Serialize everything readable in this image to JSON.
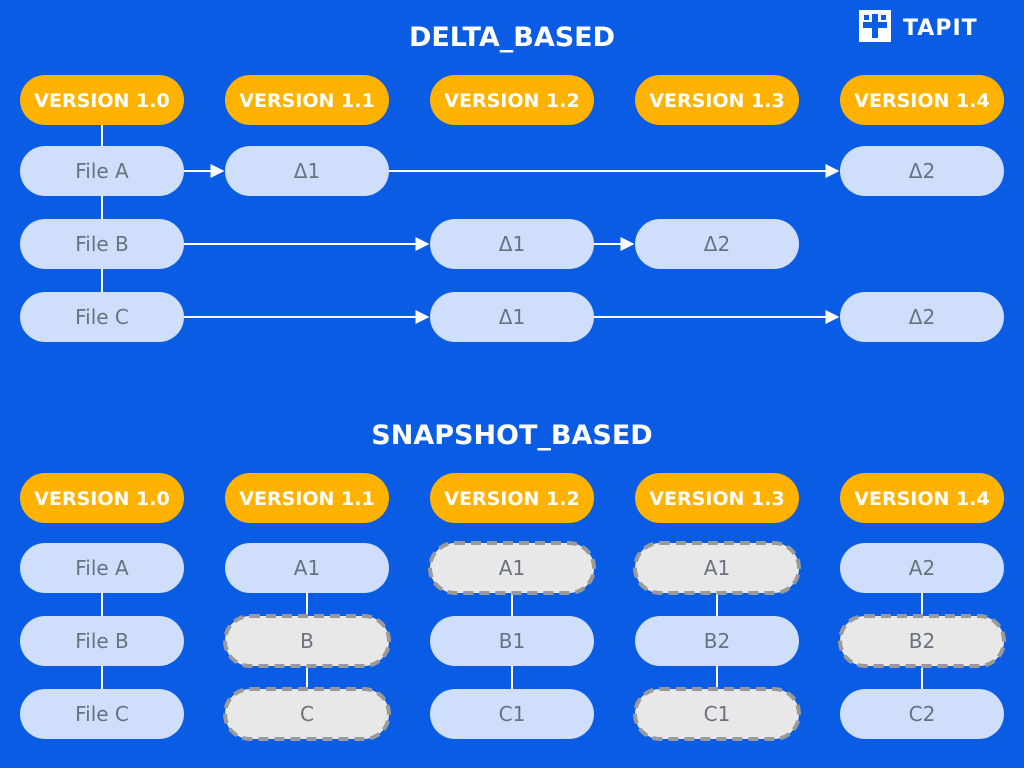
{
  "colors": {
    "background": "#0a5ce4",
    "version_pill": "#ffb300",
    "node_fill": "#cfdefa",
    "node_text": "#6a7280",
    "unchanged_fill": "#e8e8e8",
    "unchanged_border": "#9a9a9a",
    "line": "#ffffff",
    "title_text": "#ffffff"
  },
  "brand": {
    "name": "TAPIT",
    "icon": "tapit-logo-icon"
  },
  "versions": [
    "VERSION 1.0",
    "VERSION 1.1",
    "VERSION 1.2",
    "VERSION 1.3",
    "VERSION 1.4"
  ],
  "delta": {
    "title": "DELTA_BASED",
    "files": [
      "File A",
      "File B",
      "File C"
    ],
    "deltas": [
      {
        "row": 0,
        "col": 1,
        "label": "Δ1"
      },
      {
        "row": 0,
        "col": 4,
        "label": "Δ2"
      },
      {
        "row": 1,
        "col": 2,
        "label": "Δ1"
      },
      {
        "row": 1,
        "col": 3,
        "label": "Δ2"
      },
      {
        "row": 2,
        "col": 2,
        "label": "Δ1"
      },
      {
        "row": 2,
        "col": 4,
        "label": "Δ2"
      }
    ]
  },
  "snapshot": {
    "title": "SNAPSHOT_BASED",
    "columns": [
      [
        {
          "label": "File A",
          "unchanged": false
        },
        {
          "label": "File B",
          "unchanged": false
        },
        {
          "label": "File C",
          "unchanged": false
        }
      ],
      [
        {
          "label": "A1",
          "unchanged": false
        },
        {
          "label": "B",
          "unchanged": true
        },
        {
          "label": "C",
          "unchanged": true
        }
      ],
      [
        {
          "label": "A1",
          "unchanged": true
        },
        {
          "label": "B1",
          "unchanged": false
        },
        {
          "label": "C1",
          "unchanged": false
        }
      ],
      [
        {
          "label": "A1",
          "unchanged": true
        },
        {
          "label": "B2",
          "unchanged": false
        },
        {
          "label": "C1",
          "unchanged": true
        }
      ],
      [
        {
          "label": "A2",
          "unchanged": false
        },
        {
          "label": "B2",
          "unchanged": true
        },
        {
          "label": "C2",
          "unchanged": false
        }
      ]
    ]
  }
}
